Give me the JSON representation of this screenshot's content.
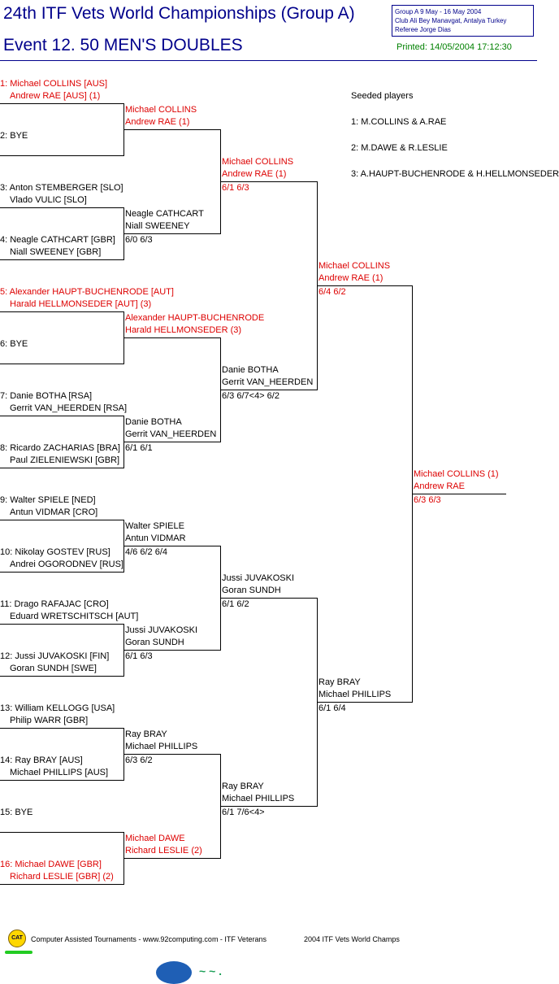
{
  "header": {
    "title": "24th ITF Vets World Championships (Group A)",
    "event": "Event 12. 50 MEN'S DOUBLES",
    "info_lines": [
      "Group A   9 May - 16 May 2004",
      "Club Ali Bey Manavgat, Antalya   Turkey",
      "Referee Jorge Dias"
    ],
    "printed": "Printed: 14/05/2004 17:12:30"
  },
  "seeded": {
    "heading": "Seeded players",
    "items": [
      "1: M.COLLINS & A.RAE",
      "2: M.DAWE & R.LESLIE",
      "3: A.HAUPT-BUCHENRODE & H.HELLMONSEDER"
    ]
  },
  "colors": {
    "title": "#00008b",
    "seed": "#dd0000",
    "printed": "#008000",
    "lines": "#000000"
  },
  "draw": [
    {
      "l1": "1: Michael COLLINS [AUS]",
      "l2": "Andrew RAE [AUS] (1)",
      "seed": true
    },
    {
      "l1": "2: BYE",
      "l2": "",
      "seed": false
    },
    {
      "l1": "3: Anton STEMBERGER [SLO]",
      "l2": "Vlado VULIC [SLO]",
      "seed": false
    },
    {
      "l1": "4: Neagle CATHCART [GBR]",
      "l2": "Niall SWEENEY [GBR]",
      "seed": false
    },
    {
      "l1": "5: Alexander HAUPT-BUCHENRODE [AUT]",
      "l2": "Harald HELLMONSEDER [AUT] (3)",
      "seed": true
    },
    {
      "l1": "6: BYE",
      "l2": "",
      "seed": false
    },
    {
      "l1": "7: Danie BOTHA [RSA]",
      "l2": "Gerrit VAN_HEERDEN [RSA]",
      "seed": false
    },
    {
      "l1": "8: Ricardo ZACHARIAS [BRA]",
      "l2": "Paul ZIELENIEWSKI [GBR]",
      "seed": false
    },
    {
      "l1": "9: Walter SPIELE [NED]",
      "l2": "Antun VIDMAR [CRO]",
      "seed": false
    },
    {
      "l1": "10: Nikolay GOSTEV [RUS]",
      "l2": "Andrei OGORODNEV [RUS]",
      "seed": false
    },
    {
      "l1": "11: Drago RAFAJAC [CRO]",
      "l2": "Eduard WRETSCHITSCH [AUT]",
      "seed": false
    },
    {
      "l1": "12: Jussi JUVAKOSKI [FIN]",
      "l2": "Goran SUNDH [SWE]",
      "seed": false
    },
    {
      "l1": "13: William KELLOGG [USA]",
      "l2": "Philip WARR [GBR]",
      "seed": false
    },
    {
      "l1": "14: Ray BRAY [AUS]",
      "l2": "Michael PHILLIPS [AUS]",
      "seed": false
    },
    {
      "l1": "15: BYE",
      "l2": "",
      "seed": false
    },
    {
      "l1": "16: Michael DAWE [GBR]",
      "l2": "Richard LESLIE [GBR] (2)",
      "seed": true
    }
  ],
  "round2": [
    {
      "l1": "Michael COLLINS",
      "l2": "Andrew RAE (1)",
      "score": "",
      "seed": true
    },
    {
      "l1": "Neagle CATHCART",
      "l2": "Niall SWEENEY",
      "score": "6/0 6/3",
      "seed": false
    },
    {
      "l1": "Alexander HAUPT-BUCHENRODE",
      "l2": "Harald HELLMONSEDER (3)",
      "score": "",
      "seed": true
    },
    {
      "l1": "Danie BOTHA",
      "l2": "Gerrit VAN_HEERDEN",
      "score": "6/1 6/1",
      "seed": false
    },
    {
      "l1": "Walter SPIELE",
      "l2": "Antun VIDMAR",
      "score": "4/6 6/2 6/4",
      "seed": false
    },
    {
      "l1": "Jussi JUVAKOSKI",
      "l2": "Goran SUNDH",
      "score": "6/1 6/3",
      "seed": false
    },
    {
      "l1": "Ray BRAY",
      "l2": "Michael PHILLIPS",
      "score": "6/3 6/2",
      "seed": false
    },
    {
      "l1": "Michael DAWE",
      "l2": "Richard LESLIE (2)",
      "score": "",
      "seed": true
    }
  ],
  "quarterfinals": [
    {
      "l1": "Michael COLLINS",
      "l2": "Andrew RAE (1)",
      "score": "6/1 6/3",
      "seed": true
    },
    {
      "l1": "Danie BOTHA",
      "l2": "Gerrit VAN_HEERDEN",
      "score": "6/3 6/7<4> 6/2",
      "seed": false
    },
    {
      "l1": "Jussi JUVAKOSKI",
      "l2": "Goran SUNDH",
      "score": "6/1 6/2",
      "seed": false
    },
    {
      "l1": "Ray BRAY",
      "l2": "Michael PHILLIPS",
      "score": "6/1 7/6<4>",
      "seed": false
    }
  ],
  "semifinals": [
    {
      "l1": "Michael COLLINS",
      "l2": "Andrew RAE (1)",
      "score": "6/4 6/2",
      "seed": true
    },
    {
      "l1": "Ray BRAY",
      "l2": "Michael PHILLIPS",
      "score": "6/1 6/4",
      "seed": false
    }
  ],
  "final": {
    "l1": "Michael COLLINS (1)",
    "l2": "Andrew RAE",
    "score": "6/3 6/3",
    "seed": true
  },
  "footer": {
    "credit": "Computer Assisted Tournaments - www.92computing.com -  ITF Veterans",
    "event": "2004 ITF Vets World Champs",
    "cat_logo": "CAT"
  }
}
